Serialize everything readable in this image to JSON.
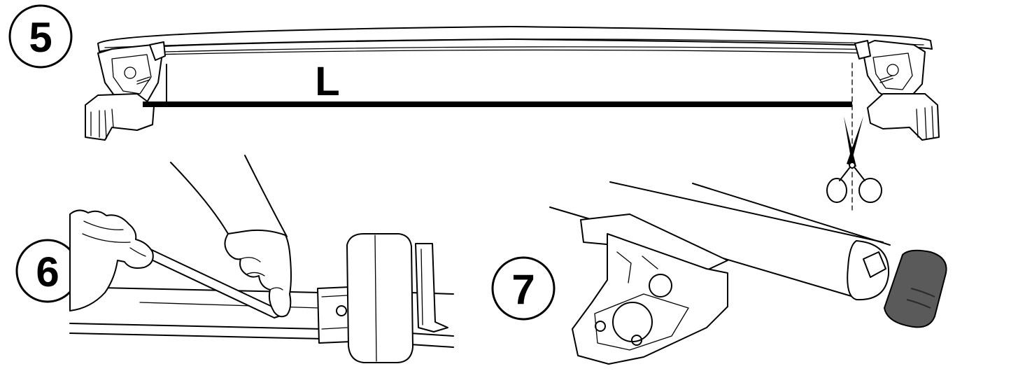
{
  "steps": {
    "step5": "5",
    "step6": "6",
    "step7": "7"
  },
  "measure_label": "L",
  "colors": {
    "line": "#000000",
    "background": "#ffffff",
    "end_cap": "#5a5a5a"
  },
  "icons": [
    "scissors-icon",
    "hand-icon",
    "roof-rack-foot-icon",
    "end-cap-icon"
  ]
}
